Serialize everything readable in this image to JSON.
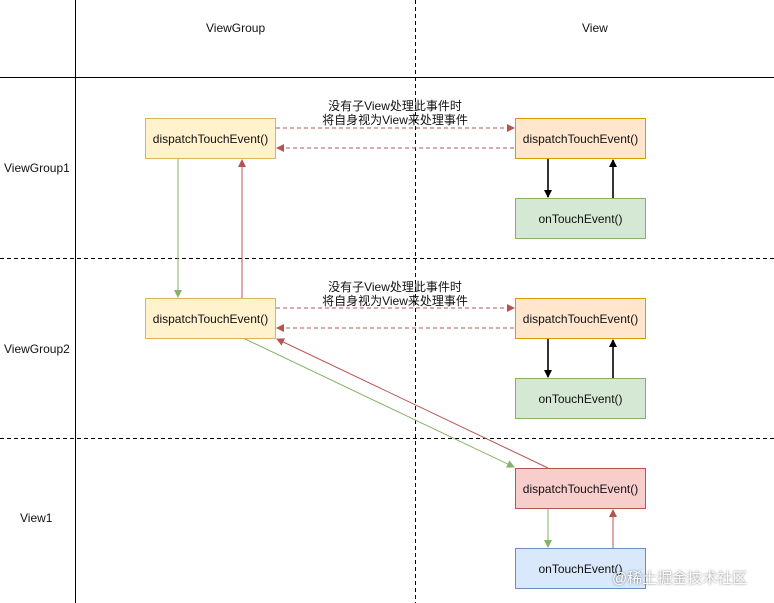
{
  "columns": {
    "viewgroup": "ViewGroup",
    "view": "View"
  },
  "rows": {
    "vg1": "ViewGroup1",
    "vg2": "ViewGroup2",
    "v1": "View1"
  },
  "nodes": {
    "vg1_dispatch": "dispatchTouchEvent()",
    "vg1_view_dispatch": "dispatchTouchEvent()",
    "vg1_ontouch": "onTouchEvent()",
    "vg2_dispatch": "dispatchTouchEvent()",
    "vg2_view_dispatch": "dispatchTouchEvent()",
    "vg2_ontouch": "onTouchEvent()",
    "v1_dispatch": "dispatchTouchEvent()",
    "v1_ontouch": "onTouchEvent()"
  },
  "notes": {
    "vg1_line1": "没有子View处理此事件时",
    "vg1_line2": "将自身视为View来处理事件",
    "vg2_line1": "没有子View处理此事件时",
    "vg2_line2": "将自身视为View来处理事件"
  },
  "watermark": "@稀土掘金技术社区",
  "colors": {
    "green_arrow": "#82b366",
    "red_arrow": "#b85450",
    "black_arrow": "#000000",
    "yellow_fill": "#fff2cc",
    "orange_fill": "#ffe6cc",
    "green_fill": "#d5e8d4",
    "red_fill": "#f8cecc",
    "blue_fill": "#dae8fc"
  }
}
